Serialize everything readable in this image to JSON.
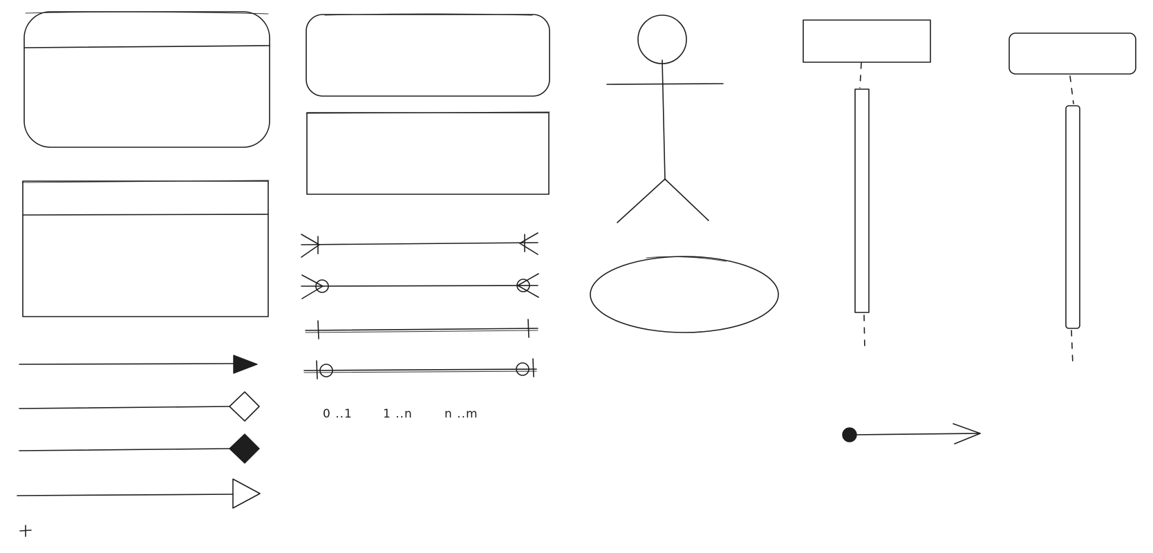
{
  "cardinality_labels": {
    "zero_or_one": "0 ..1",
    "one_to_many": "1 ..n",
    "many_to_many": "n ..m"
  },
  "colors": {
    "stroke": "#1e1e1e",
    "background": "#ffffff"
  }
}
